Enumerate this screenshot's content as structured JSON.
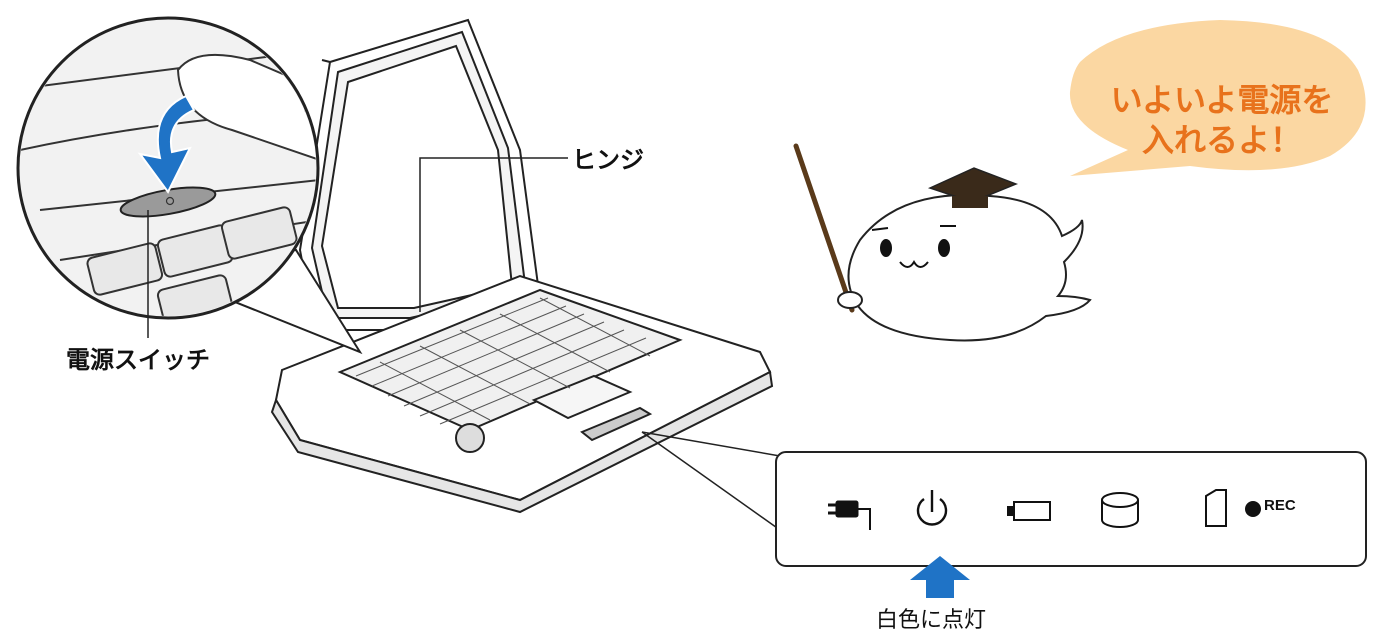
{
  "speech_bubble": {
    "line1": "いよいよ電源を",
    "line2": "入れるよ！",
    "fill_color": "#fbd7a2",
    "text_color": "#e8721c"
  },
  "labels": {
    "hinge": "ヒンジ",
    "power_switch": "電源スイッチ",
    "lit_white": "白色に点灯"
  },
  "indicator_panel": {
    "icons": [
      "ac-adapter-icon",
      "power-icon",
      "battery-icon",
      "disk-icon",
      "memory-card-icon",
      "rec-icon"
    ],
    "rec_text": "REC"
  },
  "colors": {
    "arrow_blue": "#1f73c6",
    "outline": "#222222"
  }
}
